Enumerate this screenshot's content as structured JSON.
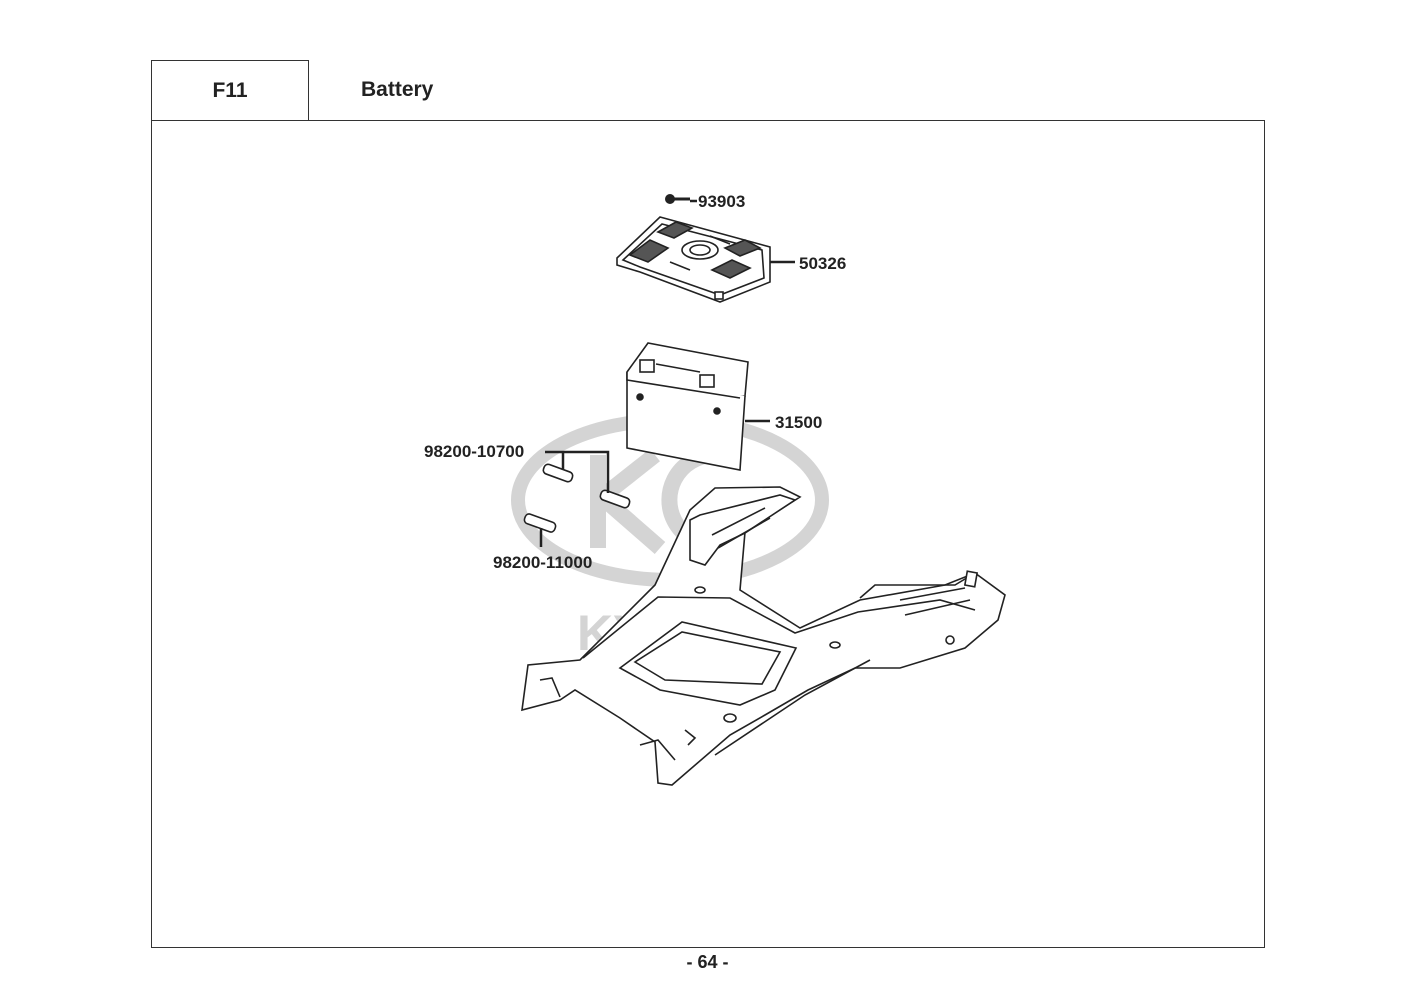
{
  "header": {
    "code": "F11",
    "title": "Battery"
  },
  "parts": {
    "screw": "93903",
    "battery_cover": "50326",
    "battery": "31500",
    "fuse_a": "98200-10700",
    "fuse_b": "98200-11000"
  },
  "watermark": {
    "brand": "KYMCO"
  },
  "footer": {
    "page_number": "- 64 -"
  },
  "colors": {
    "line": "#333333",
    "watermark": "#d4d4d4"
  }
}
